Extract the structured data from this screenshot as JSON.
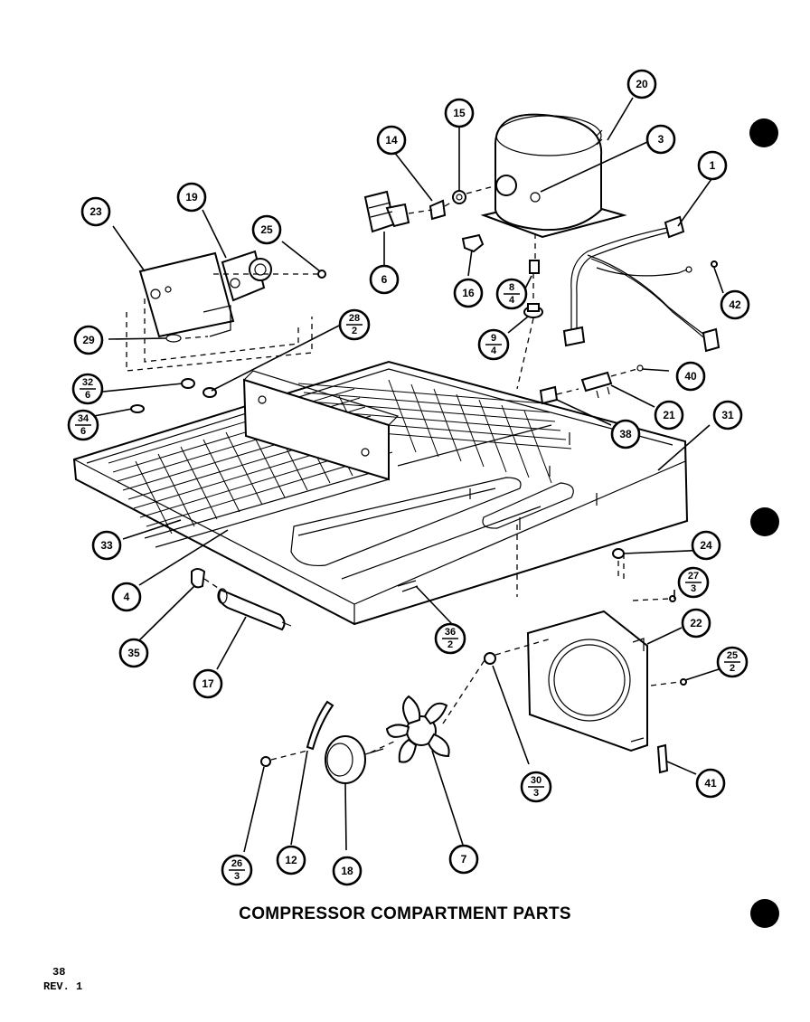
{
  "caption": "COMPRESSOR COMPARTMENT PARTS",
  "page_number": "38",
  "revision": "REV. 1",
  "callouts": [
    {
      "id": "1",
      "label": "1"
    },
    {
      "id": "3",
      "label": "3"
    },
    {
      "id": "4",
      "label": "4"
    },
    {
      "id": "6",
      "label": "6"
    },
    {
      "id": "7",
      "label": "7"
    },
    {
      "id": "8-4",
      "top": "8",
      "bottom": "4"
    },
    {
      "id": "9-4",
      "top": "9",
      "bottom": "4"
    },
    {
      "id": "12",
      "label": "12"
    },
    {
      "id": "14",
      "label": "14"
    },
    {
      "id": "15",
      "label": "15"
    },
    {
      "id": "16",
      "label": "16"
    },
    {
      "id": "17",
      "label": "17"
    },
    {
      "id": "18",
      "label": "18"
    },
    {
      "id": "19",
      "label": "19"
    },
    {
      "id": "20",
      "label": "20"
    },
    {
      "id": "21",
      "label": "21"
    },
    {
      "id": "22",
      "label": "22"
    },
    {
      "id": "23",
      "label": "23"
    },
    {
      "id": "24",
      "label": "24"
    },
    {
      "id": "25",
      "label": "25"
    },
    {
      "id": "25-2",
      "top": "25",
      "bottom": "2"
    },
    {
      "id": "26-3",
      "top": "26",
      "bottom": "3"
    },
    {
      "id": "27-3",
      "top": "27",
      "bottom": "3"
    },
    {
      "id": "28-2",
      "top": "28",
      "bottom": "2"
    },
    {
      "id": "29",
      "label": "29"
    },
    {
      "id": "30-3",
      "top": "30",
      "bottom": "3"
    },
    {
      "id": "31",
      "label": "31"
    },
    {
      "id": "32-6",
      "top": "32",
      "bottom": "6"
    },
    {
      "id": "33",
      "label": "33"
    },
    {
      "id": "34-6",
      "top": "34",
      "bottom": "6"
    },
    {
      "id": "35",
      "label": "35"
    },
    {
      "id": "36-2",
      "top": "36",
      "bottom": "2"
    },
    {
      "id": "38",
      "label": "38"
    },
    {
      "id": "40",
      "label": "40"
    },
    {
      "id": "41",
      "label": "41"
    },
    {
      "id": "42",
      "label": "42"
    }
  ]
}
